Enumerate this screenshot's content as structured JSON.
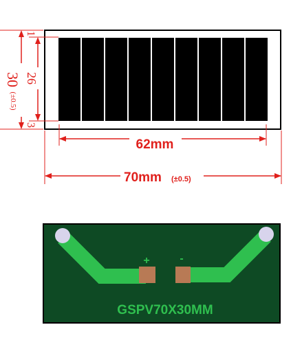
{
  "colors": {
    "dimension": "#e0201c",
    "frame": "#000000",
    "cell": "#000000",
    "board": "#0e4a24",
    "trace": "#2fbf4f",
    "pad": "#b87a55",
    "hole": "#d8d4ec",
    "marking": "#2fbf4f"
  },
  "top_view": {
    "width_overall": "70mm",
    "width_overall_tol": "(±0.5)",
    "width_active": "62mm",
    "height_overall": "30",
    "height_overall_tol": "(±0.5)",
    "height_active": "26",
    "margin_top": "1",
    "margin_bottom": "3",
    "cell_count": 9
  },
  "back_view": {
    "plus_label": "+",
    "minus_label": "-",
    "marking": "GSPV70X30MM"
  }
}
